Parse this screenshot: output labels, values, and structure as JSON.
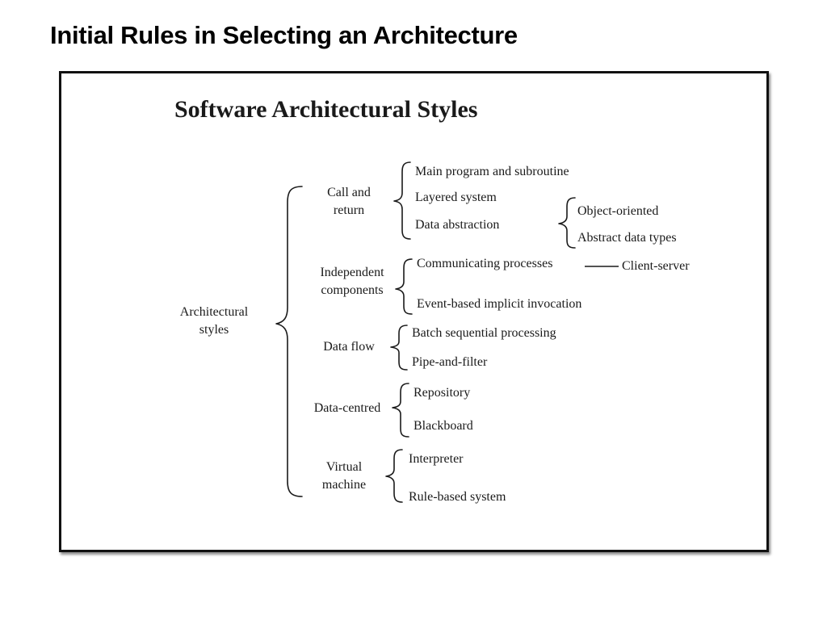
{
  "slide": {
    "title": "Initial Rules in Selecting an Architecture"
  },
  "figure": {
    "title": "Software Architectural Styles",
    "root": {
      "line1": "Architectural",
      "line2": "styles"
    },
    "groups": {
      "call_return": {
        "line1": "Call and",
        "line2": "return",
        "items": [
          "Main program and subroutine",
          "Layered system",
          "Data abstraction"
        ]
      },
      "data_abstraction_sub": {
        "items": [
          "Object-oriented",
          "Abstract data types"
        ]
      },
      "independent_components": {
        "line1": "Independent",
        "line2": "components",
        "items": [
          "Communicating processes",
          "Event-based implicit invocation"
        ]
      },
      "communicating_processes_sub": {
        "item": "Client-server"
      },
      "data_flow": {
        "label": "Data flow",
        "items": [
          "Batch sequential processing",
          "Pipe-and-filter"
        ]
      },
      "data_centred": {
        "label": "Data-centred",
        "items": [
          "Repository",
          "Blackboard"
        ]
      },
      "virtual_machine": {
        "line1": "Virtual",
        "line2": "machine",
        "items": [
          "Interpreter",
          "Rule-based system"
        ]
      }
    }
  }
}
